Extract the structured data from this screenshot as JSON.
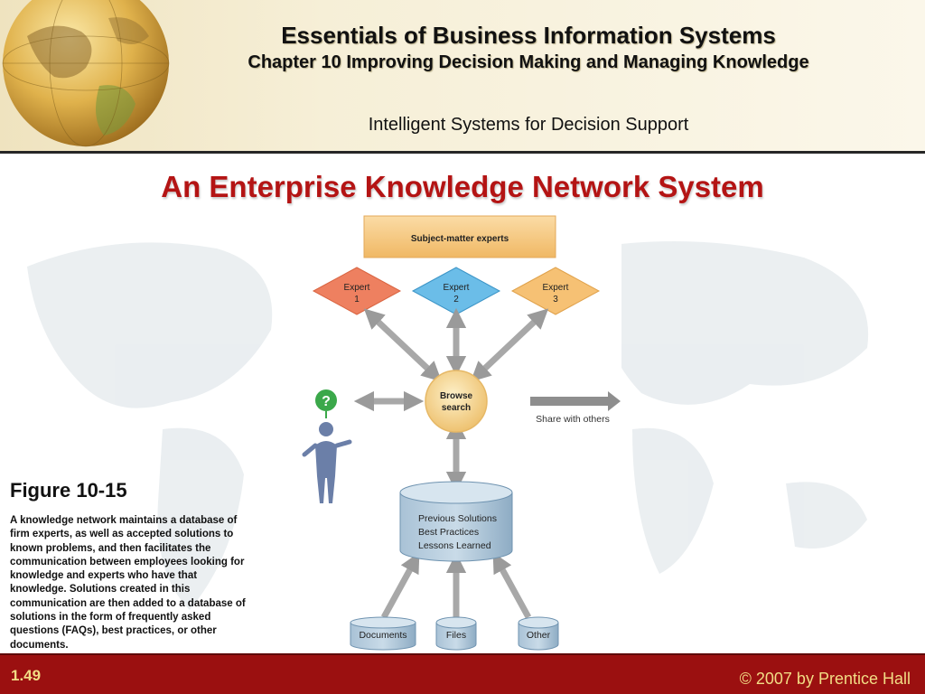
{
  "header": {
    "book_title": "Essentials of Business Information Systems",
    "chapter_title": "Chapter 10 Improving Decision Making and Managing Knowledge",
    "section_title": "Intelligent Systems for Decision Support"
  },
  "slide": {
    "title": "An Enterprise Knowledge Network System",
    "figure_number": "Figure 10-15",
    "caption": "A knowledge network maintains a database of firm experts, as well as accepted solutions to known problems, and then facilitates the communication between employees looking for knowledge and experts who have that knowledge. Solutions created in this communication are then added to a database of solutions in the form of frequently asked questions (FAQs), best practices, or other documents."
  },
  "diagram": {
    "banner": "Subject-matter experts",
    "experts": [
      {
        "line1": "Expert",
        "line2": "1",
        "color": "#ee8060"
      },
      {
        "line1": "Expert",
        "line2": "2",
        "color": "#6bbde8"
      },
      {
        "line1": "Expert",
        "line2": "3",
        "color": "#f6c174"
      }
    ],
    "hub": {
      "line1": "Browse",
      "line2": "search"
    },
    "share_label": "Share with others",
    "user_icon": "question-mark-person-icon",
    "database": {
      "line1": "Previous Solutions",
      "line2": "Best Practices",
      "line3": "Lessons Learned"
    },
    "sources": [
      "Documents",
      "Files",
      "Other"
    ]
  },
  "footer": {
    "slide_number": "1.49",
    "copyright": "© 2007 by Prentice Hall"
  },
  "colors": {
    "title_red": "#b41414",
    "footer_red": "#9b1010",
    "footer_text": "#f2dd85",
    "banner_orange": "#f6c77d",
    "hub_gold": "#f6d48a",
    "db_blue": "#9ab7cf"
  }
}
